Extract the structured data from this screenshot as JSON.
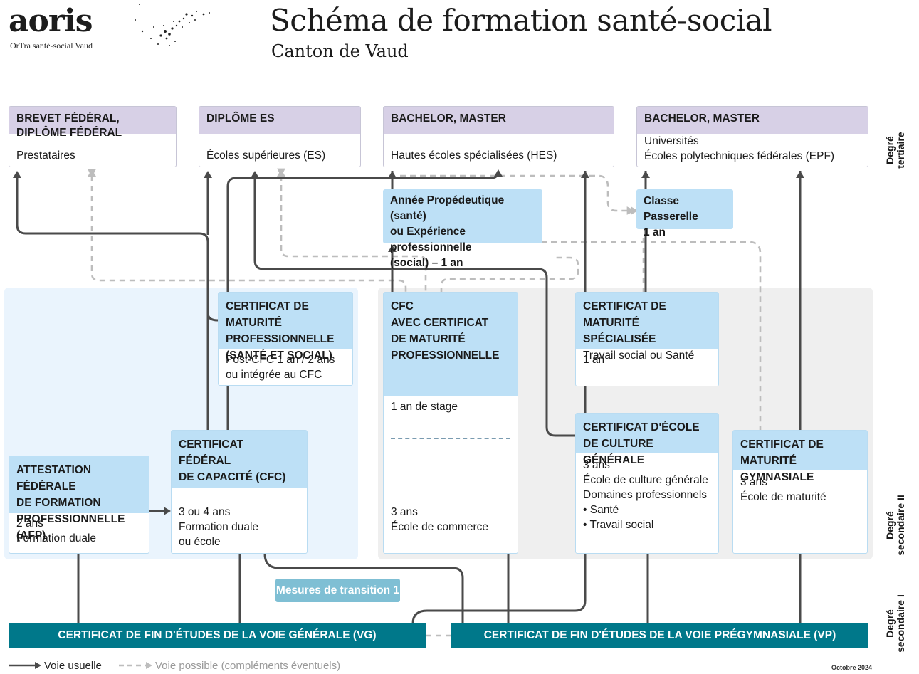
{
  "header": {
    "logo": "aoris",
    "logo_subtitle": "OrTra santé-social Vaud",
    "title": "Schéma de formation santé-social",
    "subtitle": "Canton de Vaud"
  },
  "tertiary": {
    "brevet": {
      "title": "BREVET FÉDÉRAL, DIPLÔME FÉDÉRAL",
      "body": "Prestataires"
    },
    "es": {
      "title": "DIPLÔME ES",
      "body": "Écoles supérieures (ES)"
    },
    "hes": {
      "title": "BACHELOR, MASTER",
      "body": "Hautes écoles spécialisées (HES)"
    },
    "uni": {
      "title": "BACHELOR, MASTER",
      "body_lines": [
        "Universités",
        "Écoles polytechniques fédérales (EPF)"
      ]
    }
  },
  "intermediate": {
    "propedeutique": [
      "Année Propédeutique (santé)",
      "ou Expérience professionnelle",
      "(social) – 1 an"
    ],
    "passerelle": [
      "Classe Passerelle",
      "1 an"
    ]
  },
  "secondary": {
    "cmp": {
      "title_lines": [
        "CERTIFICAT DE MATURITÉ",
        "PROFESSIONNELLE",
        "(SANTÉ ET SOCIAL)"
      ],
      "body_lines": [
        "Post-CFC 1 an / 2 ans",
        "ou intégrée au CFC"
      ]
    },
    "cfc_cmp": {
      "title_lines": [
        "CFC",
        "AVEC CERTIFICAT",
        "DE MATURITÉ",
        "PROFESSIONNELLE"
      ],
      "stage": "1 an de stage",
      "body_lines": [
        "3 ans",
        "École de commerce"
      ]
    },
    "cms": {
      "title_lines": [
        "CERTIFICAT DE MATURITÉ",
        "SPÉCIALISÉE"
      ],
      "subtitle": "Travail social ou Santé",
      "body": "1 an"
    },
    "cfc": {
      "title_lines": [
        "CERTIFICAT",
        "FÉDÉRAL",
        "DE CAPACITÉ (CFC)"
      ],
      "body_lines": [
        "3 ou 4 ans",
        "Formation duale",
        "ou école"
      ]
    },
    "afp": {
      "title_lines": [
        "ATTESTATION FÉDÉRALE",
        "DE FORMATION",
        "PROFESSIONNELLE (AFP)"
      ],
      "body_lines": [
        "2 ans",
        "Formation duale"
      ]
    },
    "ecg": {
      "title_lines": [
        "CERTIFICAT D'ÉCOLE",
        "DE CULTURE GÉNÉRALE"
      ],
      "body_lines": [
        "3 ans",
        "École de culture générale",
        "Domaines professionnels",
        "• Santé",
        "• Travail social"
      ]
    },
    "gym": {
      "title_lines": [
        "CERTIFICAT DE",
        "MATURITÉ GYMNASIALE"
      ],
      "body_lines": [
        "3 ans",
        "École de maturité"
      ]
    }
  },
  "transition": "Mesures de transition 1",
  "secondary1": {
    "vg": "CERTIFICAT DE FIN D'ÉTUDES DE LA VOIE GÉNÉRALE (VG)",
    "vp": "CERTIFICAT DE FIN D'ÉTUDES DE LA VOIE PRÉGYMNASIALE (VP)"
  },
  "degrees": {
    "tertiaire": [
      "Degré",
      "tertiaire"
    ],
    "secondaire2": [
      "Degré",
      "secondaire II"
    ],
    "secondaire1": [
      "Degré",
      "secondaire I"
    ]
  },
  "legend": {
    "usual": "Voie usuelle",
    "possible": "Voie possible (compléments éventuels)",
    "date": "Octobre 2024"
  },
  "colors": {
    "purple_header": "#d7d0e6",
    "blue_header": "#bde0f6",
    "teal": "#00788a",
    "transition": "#7fbfd4",
    "arrow_solid": "#4a4a4a",
    "arrow_dashed": "#bdbdbd"
  }
}
